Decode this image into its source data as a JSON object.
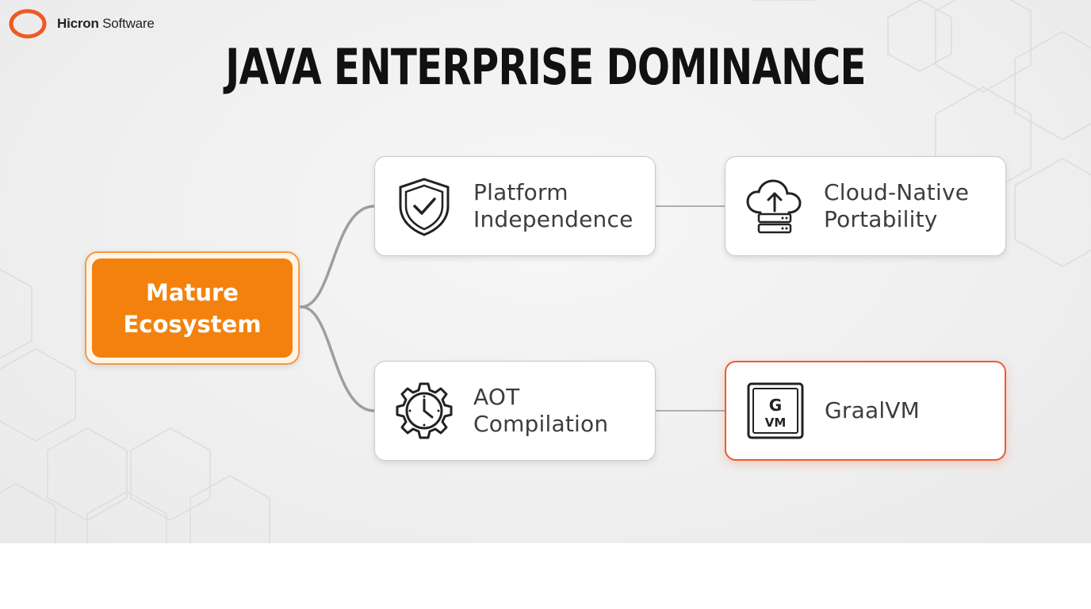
{
  "logo": {
    "brand_bold": "Hicron",
    "brand_light": " Software"
  },
  "title": "JAVA ENTERPRISE DOMINANCE",
  "diagram": {
    "root": {
      "line1": "Mature",
      "line2": "Ecosystem"
    },
    "nodes": [
      {
        "line1": "Platform",
        "line2": "Independence",
        "icon": "shield-check-icon"
      },
      {
        "line1": "Cloud-Native",
        "line2": "Portability",
        "icon": "cloud-upload-server-icon"
      },
      {
        "line1": "AOT",
        "line2": "Compilation",
        "icon": "gear-clock-icon"
      },
      {
        "line1": "GraalVM",
        "line2": "",
        "icon": "graalvm-chip-icon"
      }
    ]
  },
  "colors": {
    "accent": "#f2820d",
    "highlight_border": "#ef5a32",
    "logo": "#ee5a24",
    "title": "#111111"
  }
}
